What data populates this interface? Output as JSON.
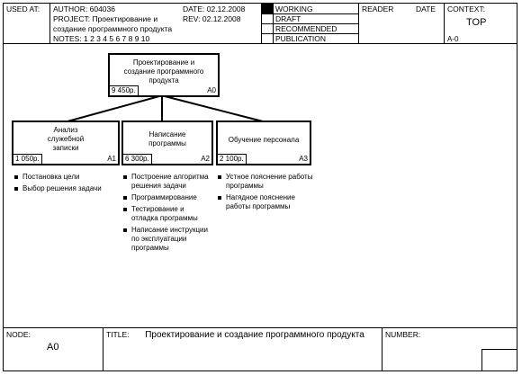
{
  "header": {
    "used_at_label": "USED AT:",
    "author": "AUTHOR:  604036",
    "date": "DATE: 02.12.2008",
    "project": "PROJECT:  Проектирование и",
    "project_cont": "создание программного продукта",
    "rev": "REV:    02.12.2008",
    "notes": "NOTES:  1  2  3  4  5  6  7  8  9  10",
    "status": [
      "WORKING",
      "DRAFT",
      "RECOMMENDED",
      "PUBLICATION"
    ],
    "reader_label": "READER",
    "reader_date_label": "DATE",
    "context_label": "CONTEXT:",
    "context_value": "TOP",
    "context_node": "A-0"
  },
  "diagram": {
    "parent": {
      "title": "Проектирование и создание программного продукта",
      "cost": "9 450р.",
      "node": "A0"
    },
    "children": [
      {
        "title": "Анализ служебной записки",
        "cost": "1 050р.",
        "node": "A1",
        "bullets": [
          "Постановка цели",
          "Выбор решения задачи"
        ]
      },
      {
        "title": "Написание программы",
        "cost": "6 300р.",
        "node": "A2",
        "bullets": [
          "Построение алгоритма решения задачи",
          "Программирование",
          "Тестирование и отладка программы",
          "Написание инструкции по эксплуатации программы"
        ]
      },
      {
        "title": "Обучение персонала",
        "cost": "2 100р.",
        "node": "A3",
        "bullets": [
          "Устное пояснение работы программы",
          "Нагядное пояснение работы программы"
        ]
      }
    ]
  },
  "footer": {
    "node_label": "NODE:",
    "node_value": "A0",
    "title_label": "TITLE:",
    "title_value": "Проектирование и  создание программного продукта",
    "number_label": "NUMBER:"
  }
}
